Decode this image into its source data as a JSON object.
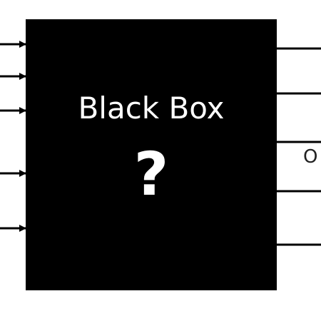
{
  "box": {
    "title": "Black Box",
    "mystery_symbol": "?",
    "fill_color": "#000000",
    "text_color": "#ffffff"
  },
  "inputs": {
    "count": 5,
    "arrow_icon": "arrow-right-icon"
  },
  "outputs": {
    "count": 5,
    "partial_label": "O"
  },
  "colors": {
    "background": "#ffffff",
    "line": "#000000"
  }
}
